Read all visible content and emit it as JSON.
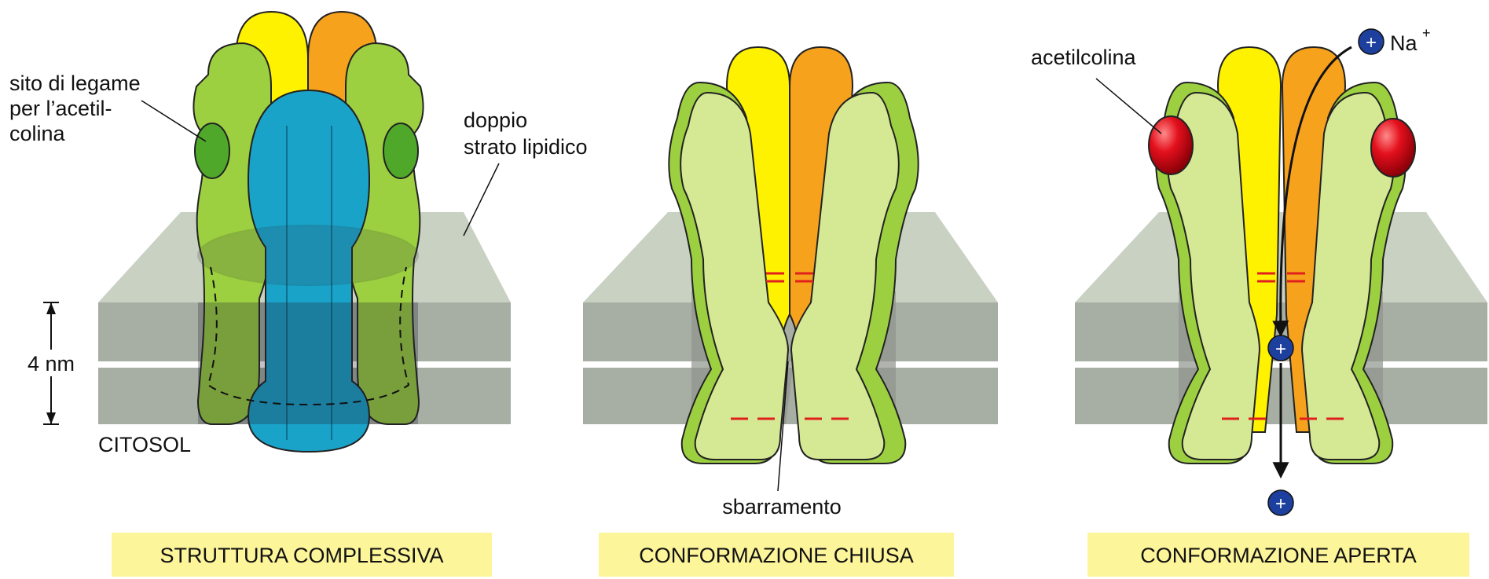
{
  "panels": [
    {
      "caption": "STRUTTURA COMPLESSIVA",
      "labels": {
        "binding_site_line1": "sito di legame",
        "binding_site_line2": "per l’acetil-",
        "binding_site_line3": "colina",
        "bilayer_line1": "doppio",
        "bilayer_line2": "strato lipidico",
        "thickness": "4 nm",
        "cytosol": "CITOSOL"
      }
    },
    {
      "caption": "CONFORMAZIONE CHIUSA",
      "labels": {
        "gate": "sbarramento"
      }
    },
    {
      "caption": "CONFORMAZIONE APERTA",
      "labels": {
        "ligand": "acetilcolina",
        "ion": "Na",
        "ion_charge": "+",
        "ion_symbol": "+"
      }
    }
  ],
  "colors": {
    "caption_bg": "#fdf59a",
    "membrane_top": "#c9d1c3",
    "membrane_side": "#a7aea3",
    "subunit_green": "#9cd041",
    "subunit_green_light": "#d5e894",
    "subunit_yellow": "#fff200",
    "subunit_orange": "#f7a21c",
    "subunit_blue": "#1aa3c9",
    "acetylcholine_red": "#e3101d",
    "ion_blue": "#1d3f9e",
    "charge_marks": "#e0201c"
  },
  "icons": {
    "ion": "sodium-ion-icon",
    "ligand": "acetylcholine-molecule-icon"
  }
}
